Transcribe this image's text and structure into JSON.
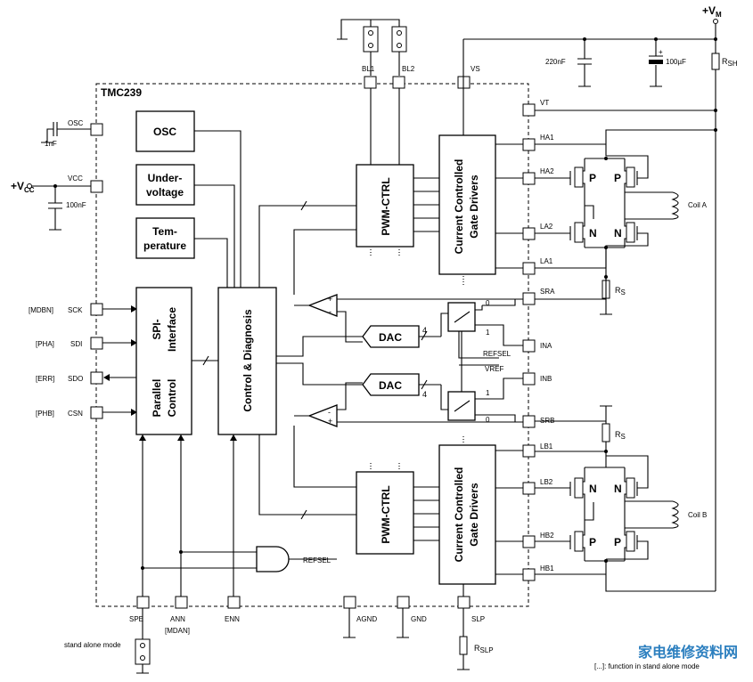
{
  "chip_name": "TMC239",
  "supply": {
    "vm": "+V",
    "vm_sub": "M",
    "vcc": "+V",
    "vcc_sub": "CC"
  },
  "blocks": {
    "osc": "OSC",
    "undervoltage_1": "Under-",
    "undervoltage_2": "voltage",
    "temperature_1": "Tem-",
    "temperature_2": "perature",
    "spi_1": "SPI-",
    "spi_2": "Interface",
    "parallel_1": "Parallel",
    "parallel_2": "Control",
    "control": "Control & Diagnosis",
    "pwm": "PWM-CTRL",
    "gate_1": "Current Controlled",
    "gate_2": "Gate Drivers",
    "dac": "DAC"
  },
  "pins": {
    "osc": "OSC",
    "vcc": "VCC",
    "sck": "SCK",
    "sdi": "SDI",
    "sdo": "SDO",
    "csn": "CSN",
    "bl1": "BL1",
    "bl2": "BL2",
    "vs": "VS",
    "vt": "VT",
    "ha1": "HA1",
    "ha2": "HA2",
    "la2": "LA2",
    "la1": "LA1",
    "sra": "SRA",
    "ina": "INA",
    "inb": "INB",
    "srb": "SRB",
    "lb1": "LB1",
    "lb2": "LB2",
    "hb2": "HB2",
    "hb1": "HB1",
    "spe": "SPE",
    "ann": "ANN",
    "enn": "ENN",
    "agnd": "AGND",
    "gnd": "GND",
    "slp": "SLP"
  },
  "alt_labels": {
    "sck": "[MDBN]",
    "sdi": "[PHA]",
    "sdo": "[ERR]",
    "csn": "[PHB]",
    "ann": "[MDAN]"
  },
  "components": {
    "c_osc": "1nF",
    "c_vcc": "100nF",
    "c_220": "220nF",
    "c_100u": "100µF",
    "rsh": "R",
    "rsh_sub": "SH",
    "rs": "R",
    "rs_sub": "S",
    "rslp": "R",
    "rslp_sub": "SLP",
    "coil_a": "Coil A",
    "coil_b": "Coil B"
  },
  "signals": {
    "refsel": "REFSEL",
    "refsel_gate": "REFSEL",
    "vref": "VREF",
    "four": "4",
    "zero": "0",
    "one": "1",
    "plus": "+",
    "minus": "-"
  },
  "mosfets": {
    "p": "P",
    "n": "N"
  },
  "footer": {
    "standalone": "stand alone mode",
    "legend": "[...]: function in stand alone mode",
    "watermark": "家电维修资料网"
  }
}
